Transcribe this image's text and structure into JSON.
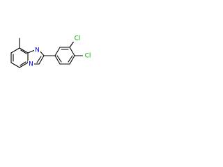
{
  "molecule": {
    "atoms": [
      {
        "label": "N",
        "color": "#0000ff"
      },
      {
        "label": "N",
        "color": "#0000ff"
      },
      {
        "label": "Cl",
        "color": "#00aa00"
      },
      {
        "label": "Cl",
        "color": "#00aa00"
      }
    ]
  }
}
